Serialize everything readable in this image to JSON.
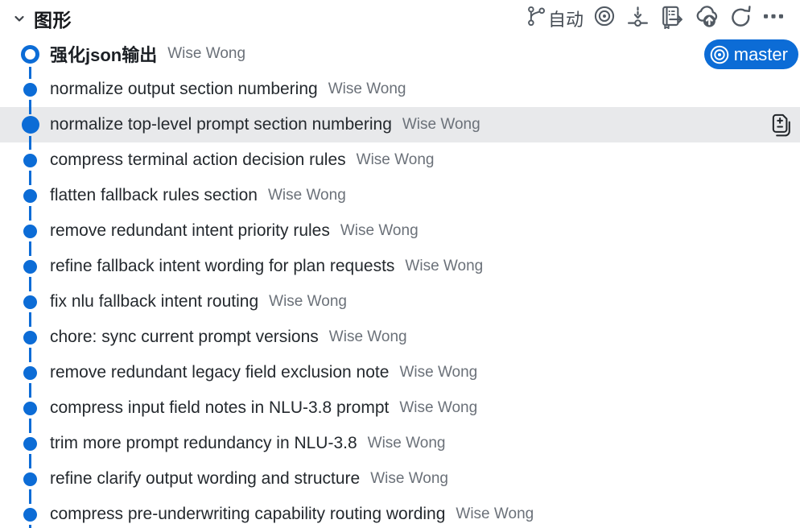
{
  "colors": {
    "accent_blue": "#0c6cd6",
    "badge_background": "#0c6cd6",
    "selected_row_background": "#e8e9eb",
    "message_text": "#24292e",
    "author_text": "#6b7179",
    "toolbar_icon": "#525a63"
  },
  "header": {
    "title": "图形",
    "collapse_icon": "chevron-down-icon",
    "toolbar": {
      "branch_picker": {
        "icon": "git-branch-icon",
        "label": "自动"
      },
      "buttons": [
        {
          "icon": "target-bullseye-icon"
        },
        {
          "icon": "fetch-arrow-down-to-commit-icon"
        },
        {
          "icon": "repo-arrow-right-icon"
        },
        {
          "icon": "cloud-upload-icon"
        },
        {
          "icon": "refresh-icon"
        },
        {
          "icon": "more-ellipsis-icon"
        }
      ]
    }
  },
  "commits": [
    {
      "message": "强化json输出",
      "author": "Wise Wong",
      "node": "ring",
      "bold": true,
      "badge_label": "master",
      "badge_icon": "bullseye-icon"
    },
    {
      "message": "normalize output section numbering",
      "author": "Wise Wong",
      "node": "dot"
    },
    {
      "message": "normalize top-level prompt section numbering",
      "author": "Wise Wong",
      "node": "dot",
      "selected": true,
      "action_icon": "open-changes-diff-icon"
    },
    {
      "message": "compress terminal action decision rules",
      "author": "Wise Wong",
      "node": "dot"
    },
    {
      "message": "flatten fallback rules section",
      "author": "Wise Wong",
      "node": "dot"
    },
    {
      "message": "remove redundant intent priority rules",
      "author": "Wise Wong",
      "node": "dot"
    },
    {
      "message": "refine fallback intent wording for plan requests",
      "author": "Wise Wong",
      "node": "dot"
    },
    {
      "message": "fix nlu fallback intent routing",
      "author": "Wise Wong",
      "node": "dot"
    },
    {
      "message": "chore: sync current prompt versions",
      "author": "Wise Wong",
      "node": "dot"
    },
    {
      "message": "remove redundant legacy field exclusion note",
      "author": "Wise Wong",
      "node": "dot"
    },
    {
      "message": "compress input field notes in NLU-3.8 prompt",
      "author": "Wise Wong",
      "node": "dot"
    },
    {
      "message": "trim more prompt redundancy in NLU-3.8",
      "author": "Wise Wong",
      "node": "dot"
    },
    {
      "message": "refine clarify output wording and structure",
      "author": "Wise Wong",
      "node": "dot"
    },
    {
      "message": "compress pre-underwriting capability routing wording",
      "author": "Wise Wong",
      "node": "dot"
    }
  ]
}
